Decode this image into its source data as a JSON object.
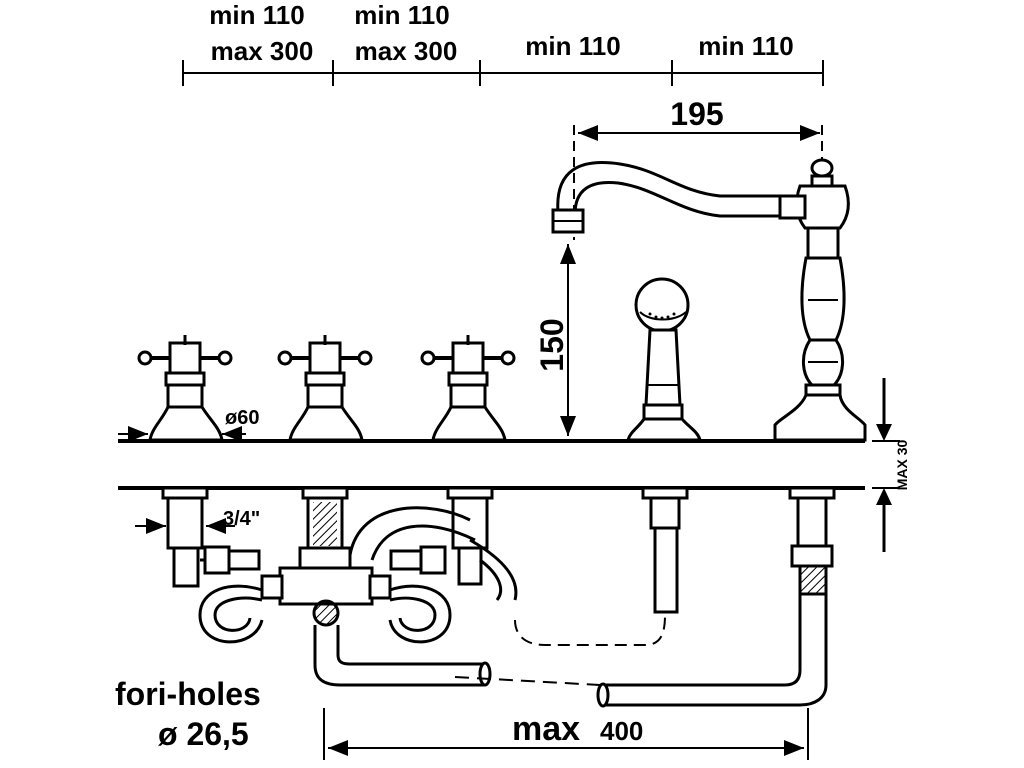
{
  "spacing": {
    "seg1_line1": "min 110",
    "seg1_line2": "max 300",
    "seg2_line1": "min 110",
    "seg2_line2": "max 300",
    "seg3": "min 110",
    "seg4": "min 110"
  },
  "dims": {
    "spout_reach": "195",
    "spout_height": "150",
    "base_diameter": "ø60",
    "thread": "3/4\"",
    "deck_thickness": "MAX 30",
    "max_word": "max",
    "max_value": "400"
  },
  "holes": {
    "label": "fori-holes",
    "diameter": "ø 26,5"
  }
}
